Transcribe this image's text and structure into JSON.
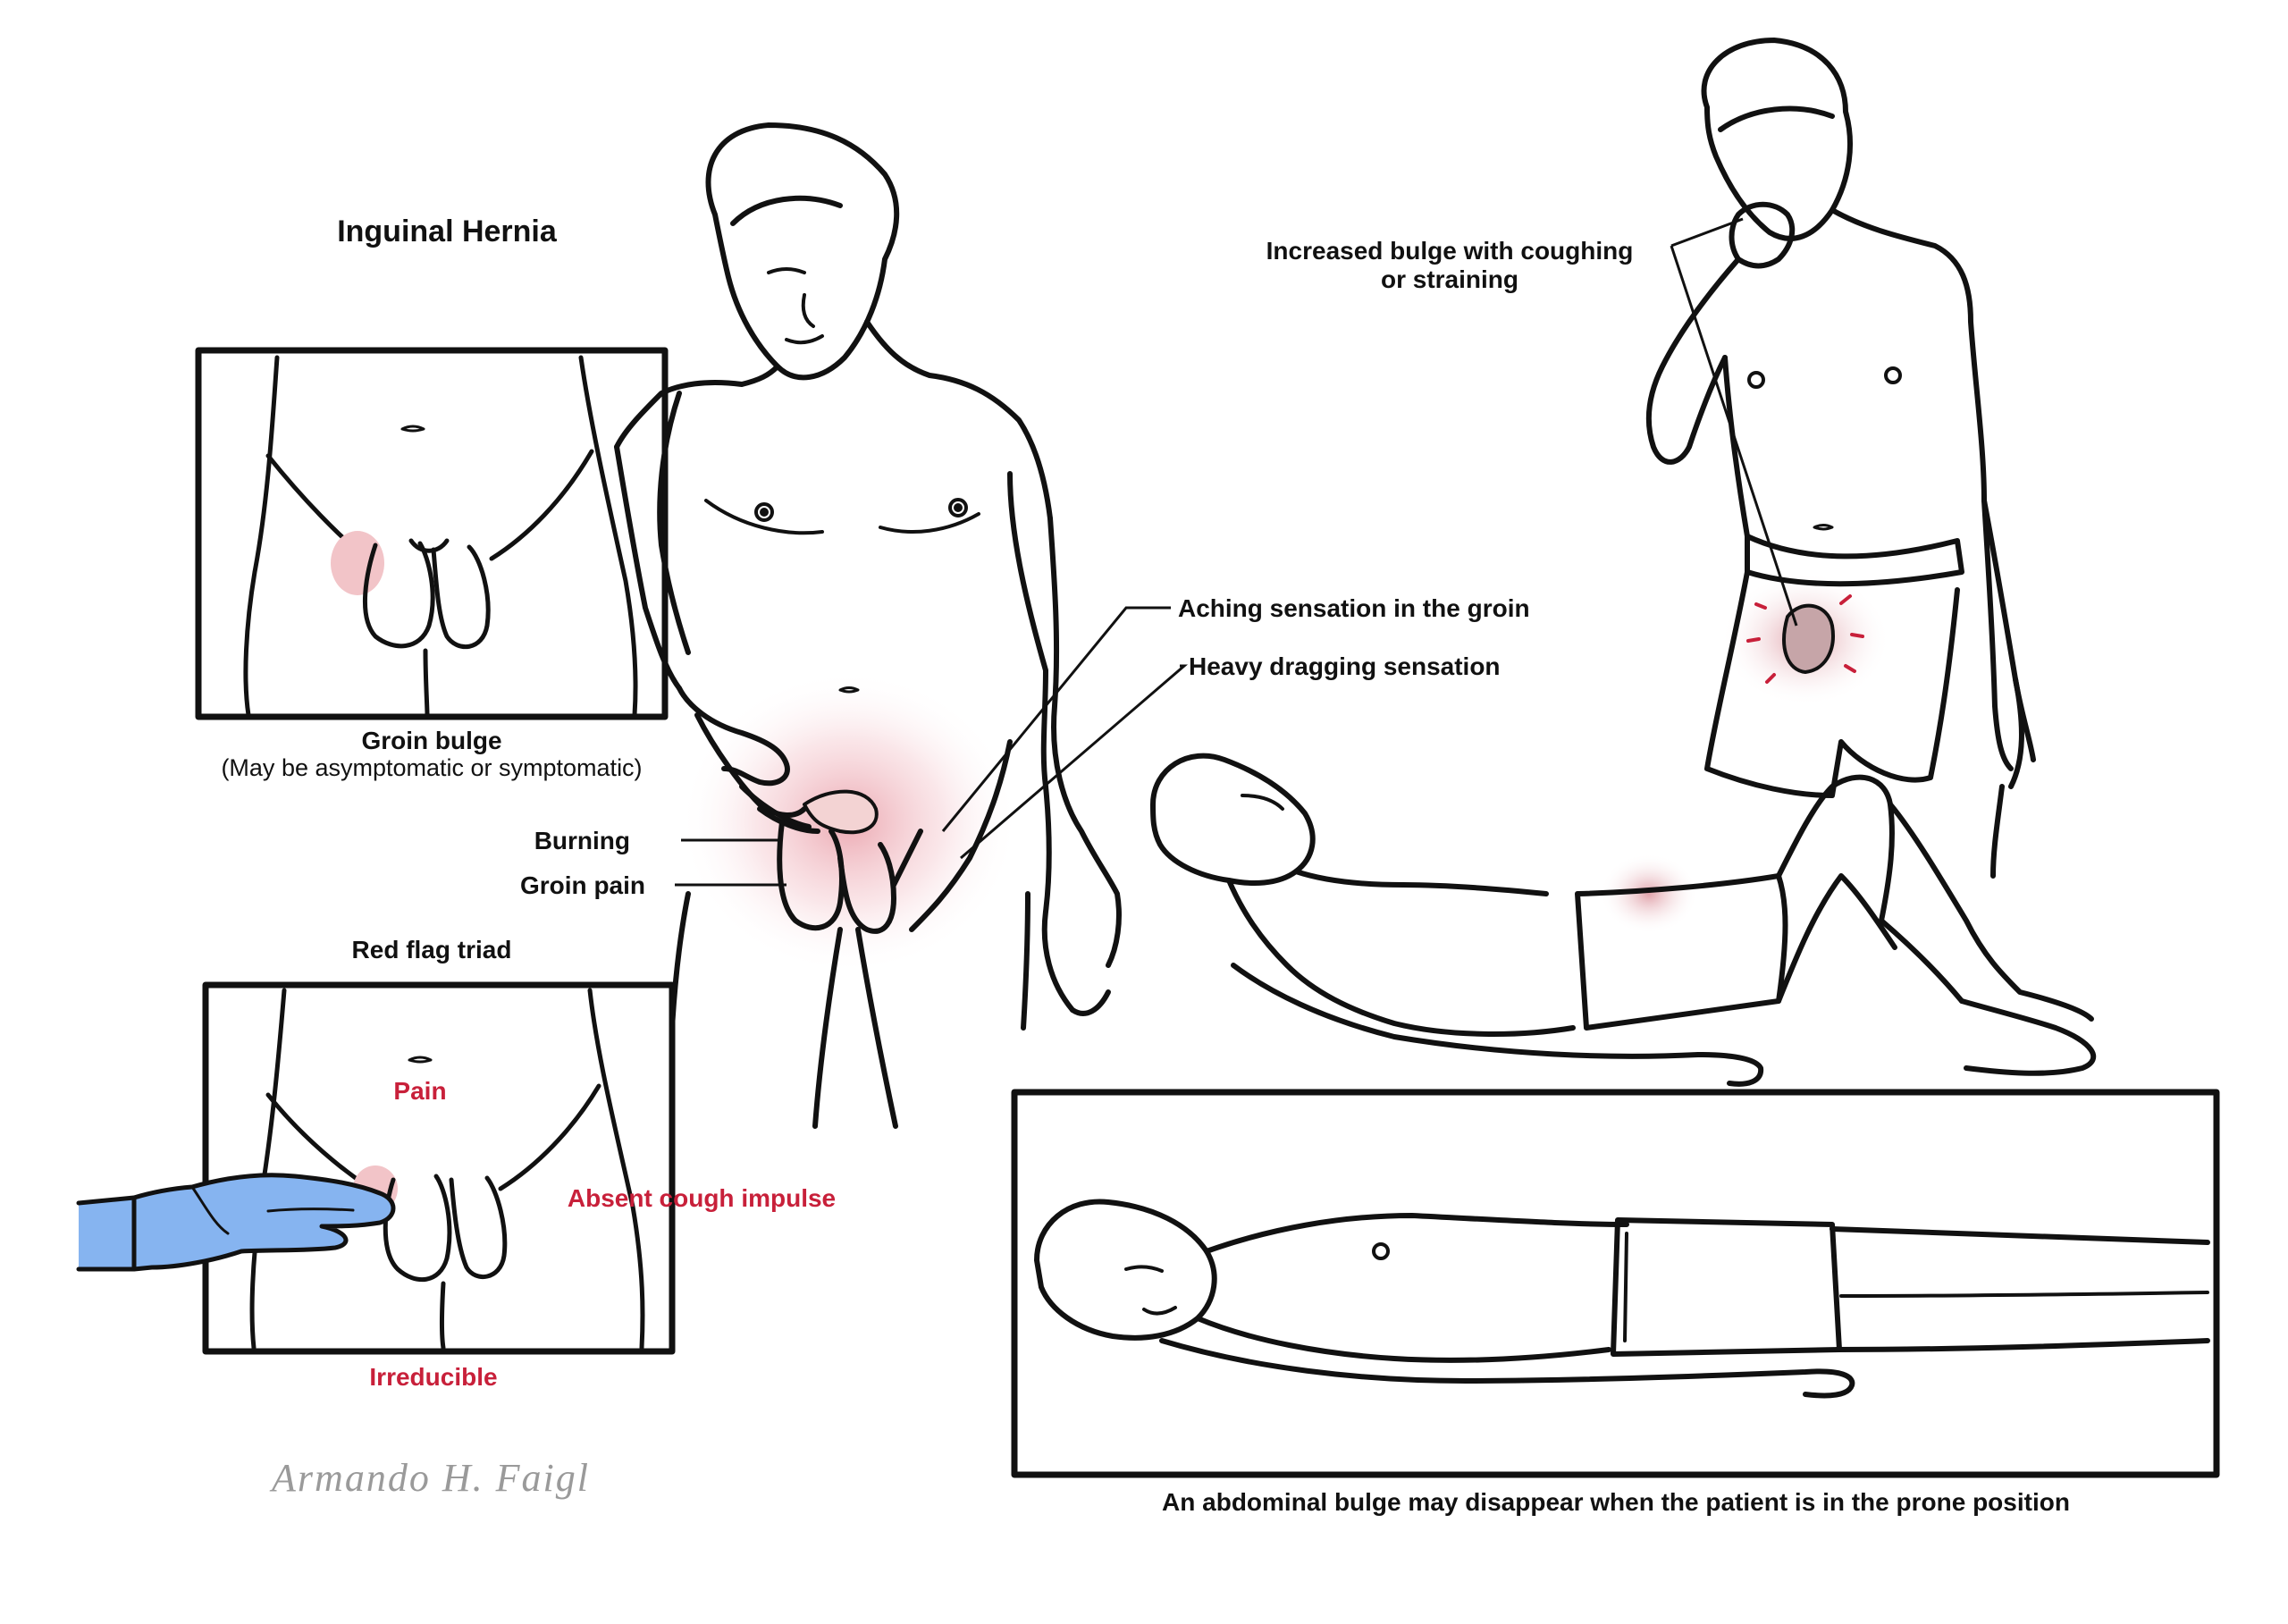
{
  "title": "Inguinal Hernia",
  "inset_groin_bulge": {
    "caption": "Groin bulge",
    "subcaption": "(May be asymptomatic or symptomatic)"
  },
  "inset_red_flag": {
    "heading": "Red flag triad",
    "pain": "Pain",
    "absent_cough": "Absent cough impulse",
    "irreducible": "Irreducible"
  },
  "standing_figure_labels": {
    "burning": "Burning",
    "groin_pain": "Groin pain",
    "aching": "Aching sensation in the groin",
    "heavy": "Heavy dragging sensation"
  },
  "coughing_figure": {
    "label_line1": "Increased bulge with coughing",
    "label_line2": "or straining"
  },
  "prone_panel": {
    "caption": "An abdominal bulge may disappear when the patient is in the prone position"
  },
  "signature": "Armando H. Faigl",
  "colors": {
    "outline": "#111111",
    "highlight_red": "#c8203a",
    "glow_pink": "#e58c98",
    "glove_blue": "#86b4f0"
  }
}
